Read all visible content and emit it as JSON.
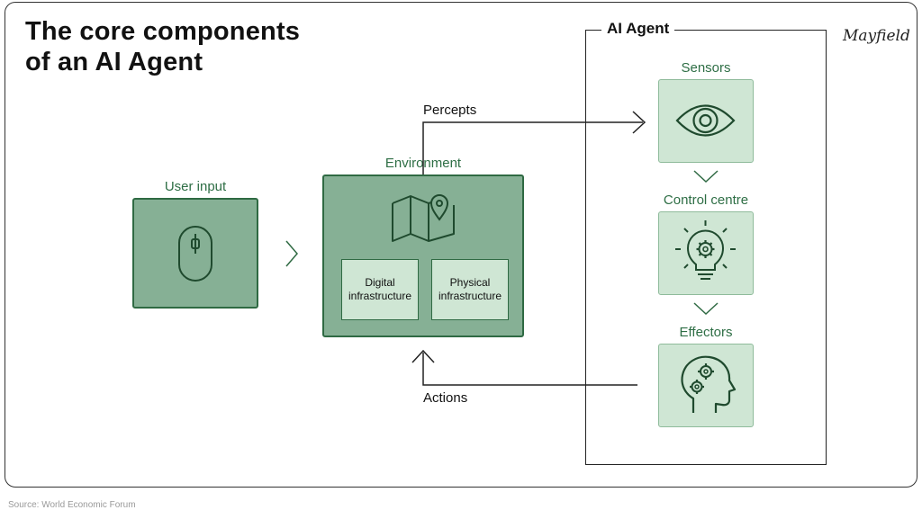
{
  "title_line1": "The core components",
  "title_line2": "of an AI Agent",
  "logo": "Mayfield",
  "source": "Source: World Economic Forum",
  "agent": {
    "title": "AI Agent",
    "sensors": "Sensors",
    "control": "Control centre",
    "effectors": "Effectors"
  },
  "user_input": "User input",
  "environment": {
    "label": "Environment",
    "digital_line1": "Digital",
    "digital_line2": "infrastructure",
    "physical_line1": "Physical",
    "physical_line2": "infrastructure"
  },
  "percepts": "Percepts",
  "actions": "Actions",
  "icons": [
    "mouse-icon",
    "map-icon",
    "eye-icon",
    "lightbulb-gear-icon",
    "head-gears-icon"
  ],
  "colors": {
    "dark_green": "#2f6a43",
    "mid_green": "#86b095",
    "light_green": "#cfe6d4"
  }
}
